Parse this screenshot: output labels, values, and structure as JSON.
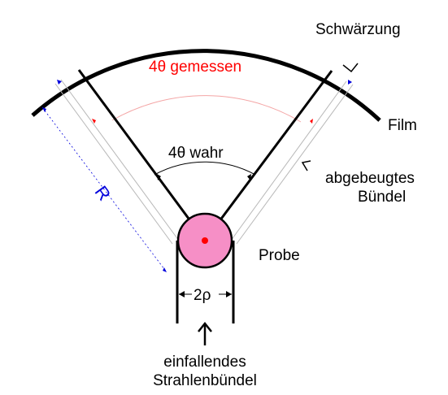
{
  "labels": {
    "measured_angle": "4θ gemessen",
    "true_angle": "4θ wahr",
    "radius": "R",
    "blackening": "Schwärzung",
    "film": "Film",
    "diffracted_beam_line1": "abgebeugtes",
    "diffracted_beam_line2": "Bündel",
    "sample": "Probe",
    "beam_width": "2ρ",
    "incident_beam_line1": "einfallendes",
    "incident_beam_line2": "Strahlenbündel"
  },
  "colors": {
    "line": "#000000",
    "accent_red": "#ff0000",
    "accent_blue": "#0000dd",
    "sample_fill": "#f68fc6",
    "pale_red": "#f4a5a5",
    "pale_grey": "#b8b8b8"
  }
}
